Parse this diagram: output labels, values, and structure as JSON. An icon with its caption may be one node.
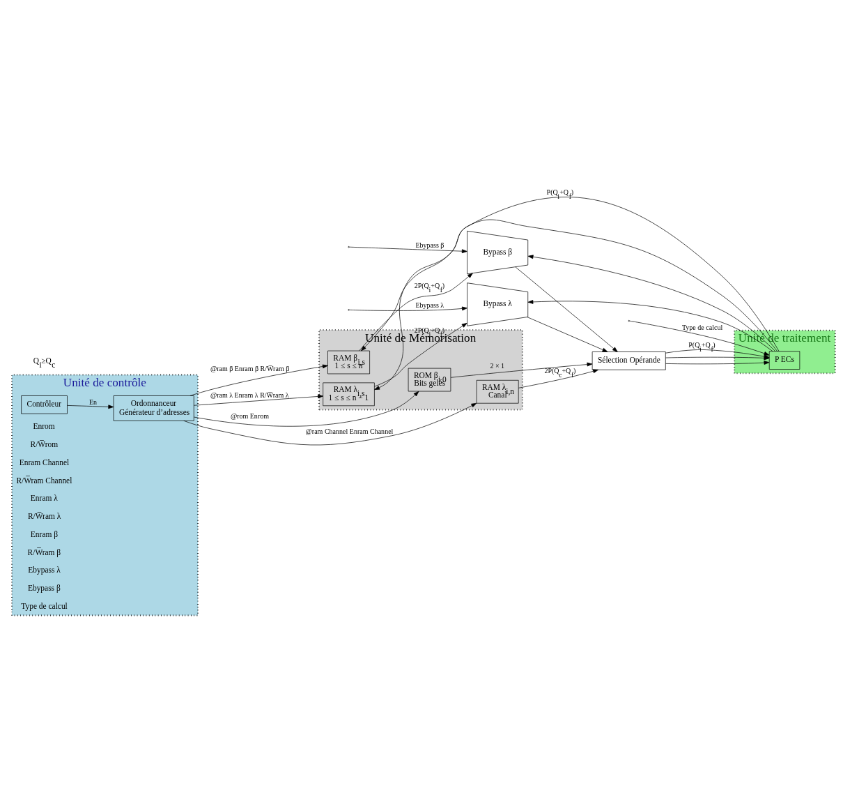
{
  "diagram": {
    "nodes": [
      {
        "text": [
          "Unité de contrôle"
        ]
      },
      {
        "text": [
          "Ordonnanceur",
          "Générateur d’adresses"
        ],
        "in": 0
      },
      {
        "text": [
          "Contrôleur"
        ],
        "in": 0
      },
      {
        "text": [
          "Unité de Mémorisation"
        ]
      },
      {
        "text": [
          "ROM β$_{i,0}$",
          "Bits gelés"
        ],
        "in": 3
      },
      {
        "text": [
          "RAM λ$_{i,n}$",
          "Canal"
        ],
        "in": 3
      },
      {
        "text": [
          "RAM λ$_{i,s}$",
          "1 ≤ s ≤ n − 1"
        ],
        "in": 3
      },
      {
        "text": [
          "RAM β$_{i,s}$",
          "1 ≤ s ≤ n"
        ],
        "in": 3
      },
      {
        "text": [
          "Bypass β"
        ]
      },
      {
        "text": [
          "Bypass λ"
        ]
      },
      {
        "text": [
          "Unité de traitement"
        ]
      },
      {
        "text": [
          "P ECs"
        ],
        "in": 10
      },
      {
        "text": [
          "Sélection Opérande"
        ]
      }
    ],
    "edges": [
      {
        "from": 2,
        "to": 1,
        "arrow": "to",
        "label": "En"
      },
      {
        "from": 1,
        "to": 4,
        "arrow": "to",
        "label": "@rom Enrom"
      },
      {
        "from": 1,
        "to": 5,
        "arrow": "to",
        "label": "@ram Channel Enram Channel"
      },
      {
        "from": 1,
        "to": 6,
        "arrow": "to",
        "label": "@ram λ Enram λ R/W̅ram λ"
      },
      {
        "from": 1,
        "to": 7,
        "arrow": "to",
        "label": "@ram β Enram β R/W̅ram β"
      },
      {
        "from": 11,
        "to": 6,
        "arrow": "to",
        "label": "P(Q$_{i}$+Q$_{f}$)"
      },
      {
        "from": 11,
        "to": 7,
        "arrow": "to"
      },
      {
        "from": 11,
        "to": 8,
        "arrow": "to"
      },
      {
        "from": 11,
        "to": 9,
        "arrow": "to"
      },
      {
        "from": 4,
        "to": 12,
        "arrow": "to",
        "label": "2 × 1"
      },
      {
        "from": 5,
        "to": 12,
        "arrow": "to",
        "label": "2P(Q$_{c}$+Q$_{f}$)"
      },
      {
        "from": 6,
        "to": 9,
        "arrow": "to",
        "label": "2P(Q$_{i}$+Q$_{f}$)"
      },
      {
        "from": 7,
        "to": 8,
        "arrow": "to",
        "label": "2P(Q$_{i}$+Q$_{f}$)"
      },
      {
        "from": null,
        "to": 8,
        "arrow": "to",
        "label": "Ebypass β"
      },
      {
        "from": null,
        "to": 9,
        "arrow": "to",
        "label": "Ebypass λ"
      },
      {
        "from": 8,
        "to": 12,
        "arrow": "to"
      },
      {
        "from": 9,
        "to": 12,
        "arrow": "to"
      },
      {
        "from": 12,
        "to": 11,
        "arrow": "to",
        "label": "P(Q$_{i}$+Q$_{f}$)"
      },
      {
        "from": 12,
        "to": 11,
        "arrow": "to"
      },
      {
        "from": 12,
        "to": 11,
        "arrow": "to"
      },
      {
        "from": null,
        "to": 11,
        "arrow": "to",
        "label": "Type de calcul"
      }
    ],
    "labels": [
      "Q$_{i}$≥Q$_{c}$",
      "Enrom",
      "R/W̅rom",
      "Enram Channel",
      "R/W̅ram Channel",
      "Enram λ",
      "R/W̅ram λ",
      "Enram β",
      "R/W̅ram β",
      "Ebypass λ",
      "Ebypass β",
      "Type de calcul"
    ]
  }
}
